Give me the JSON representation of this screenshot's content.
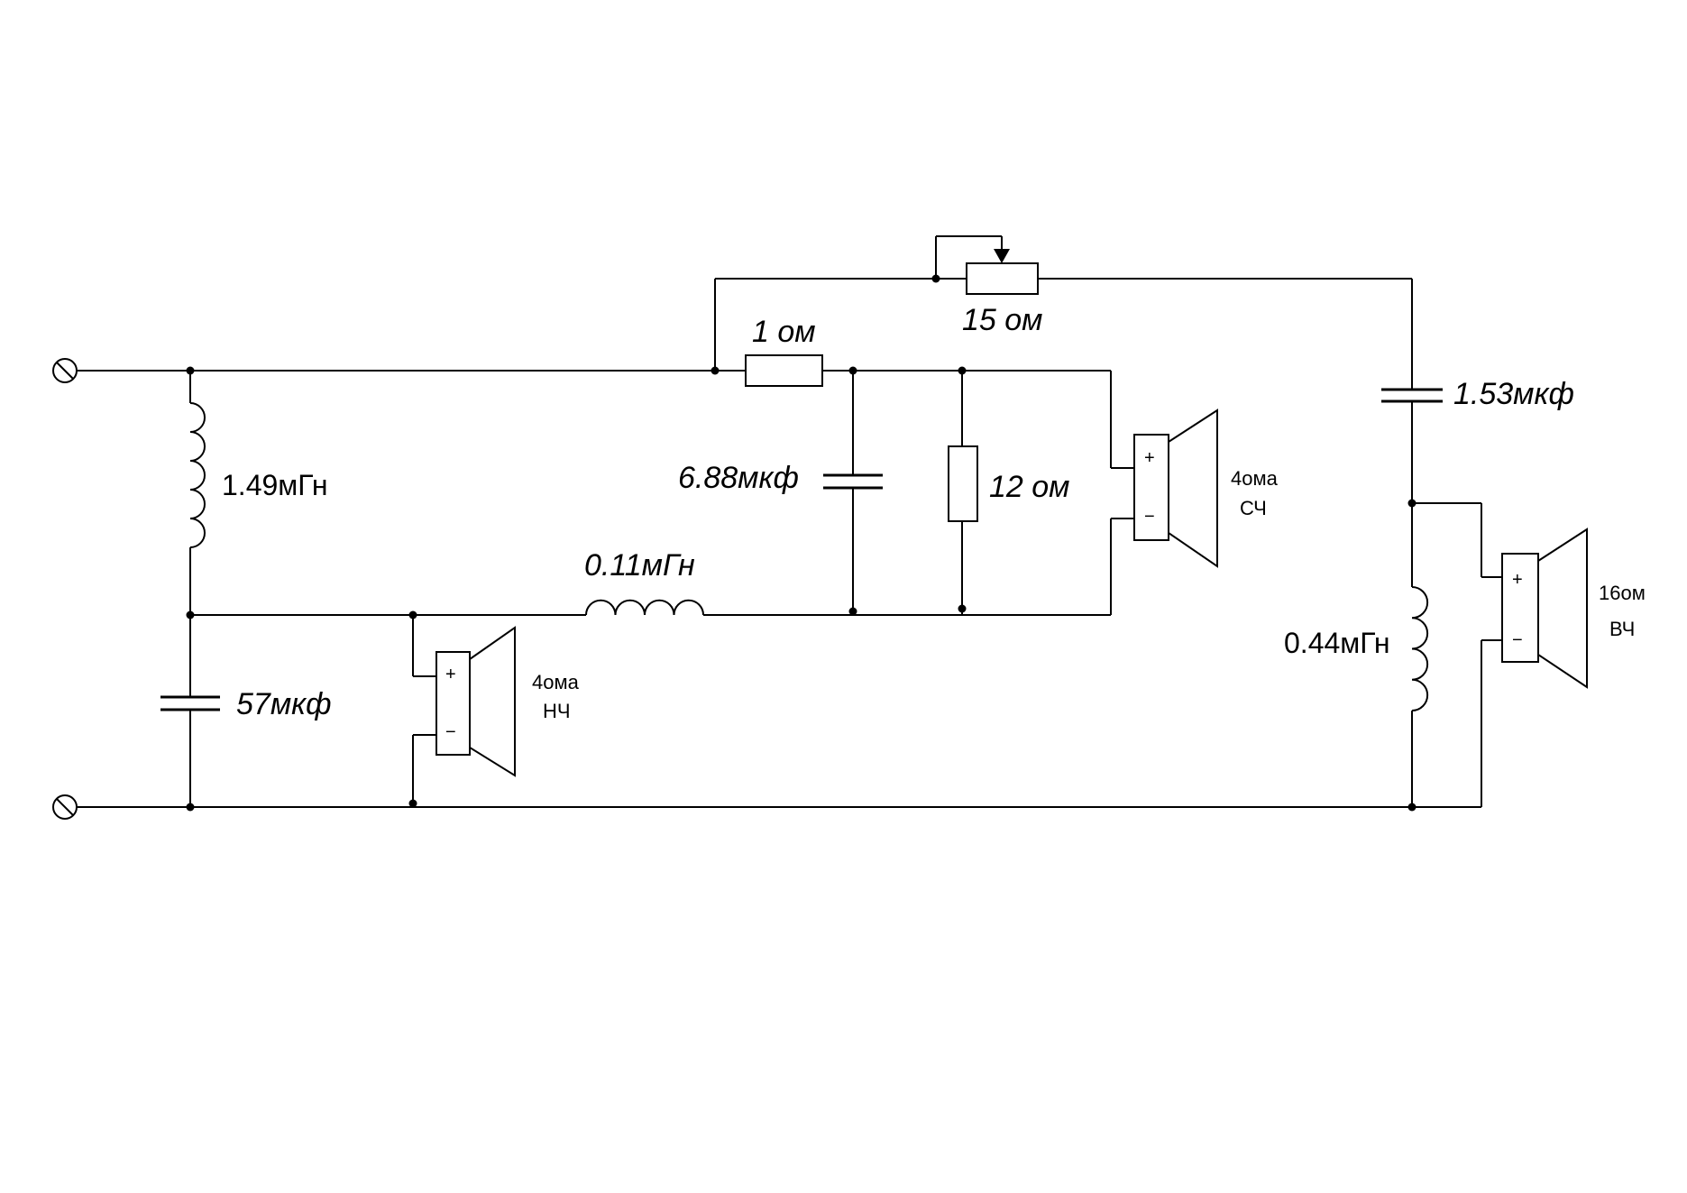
{
  "diagram": {
    "components": {
      "resistor_series": "1 ом",
      "potentiometer": "15 ом",
      "capacitor_mid": "6.88мкф",
      "resistor_shunt": "12 ом",
      "inductor_main": "1.49мГн",
      "inductor_mid": "0.11мГн",
      "capacitor_low": "57мкф",
      "capacitor_high": "1.53мкф",
      "inductor_high": "0.44мГн"
    },
    "speakers": {
      "mid": {
        "impedance": "4ома",
        "band": "СЧ",
        "plus": "+",
        "minus": "−"
      },
      "low": {
        "impedance": "4ома",
        "band": "НЧ",
        "plus": "+",
        "minus": "−"
      },
      "high": {
        "impedance": "16ом",
        "band": "ВЧ",
        "plus": "+",
        "minus": "−"
      }
    },
    "icons": [
      "terminal-icon",
      "resistor-icon",
      "potentiometer-icon",
      "capacitor-icon",
      "inductor-icon",
      "speaker-icon"
    ]
  }
}
